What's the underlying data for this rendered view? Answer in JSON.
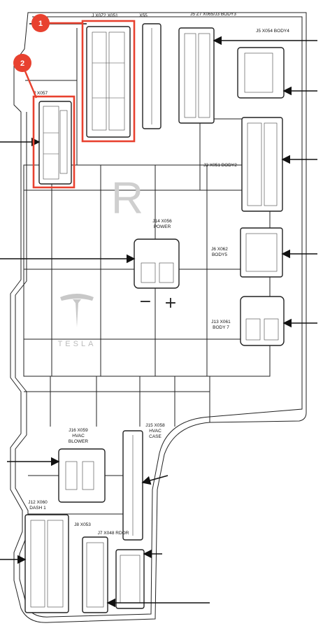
{
  "brand": {
    "logo_letter": "R",
    "wordmark": "TESLA",
    "polarity_minus": "−",
    "polarity_plus": "+"
  },
  "connectors": {
    "top_left_small": "J X0Z2 X051",
    "top_center": "X55",
    "top_right_mid": "J5 Z7 X065/J3 BODY3",
    "j5": "J5 X054 BODY4",
    "j3": "J3 X051 BODY2",
    "j14": {
      "line1": "J14 X056",
      "line2": "POWER"
    },
    "j6": {
      "line1": "J6 X062",
      "line2": "BODY5"
    },
    "j13": {
      "line1": "J13 X061",
      "line2": "BODY 7"
    },
    "x057": "J X057",
    "j16": {
      "line1": "J16 X059",
      "line2": "HVAC",
      "line3": "BLOWER"
    },
    "j15": {
      "line1": "J15 X058",
      "line2": "HVAC",
      "line3": "CASE"
    },
    "j12": {
      "line1": "J12 X060",
      "line2": "DASH 1"
    },
    "bottom_mid": "J8 X053",
    "bottom_right": "J7 X048 RDOR"
  },
  "callouts": [
    {
      "number": "1"
    },
    {
      "number": "2"
    }
  ],
  "colors": {
    "callout_fill": "#e8412f",
    "highlight_stroke": "#e8412f",
    "line_color": "#222222"
  }
}
